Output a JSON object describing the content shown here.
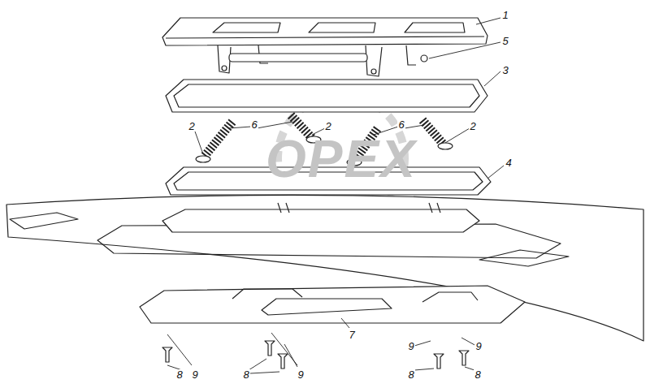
{
  "diagram": {
    "labels": [
      "1",
      "5",
      "3",
      "2",
      "6",
      "2",
      "6",
      "2",
      "4",
      "7",
      "9",
      "8",
      "9",
      "8",
      "9",
      "9",
      "8",
      "8",
      "OPEX"
    ]
  }
}
